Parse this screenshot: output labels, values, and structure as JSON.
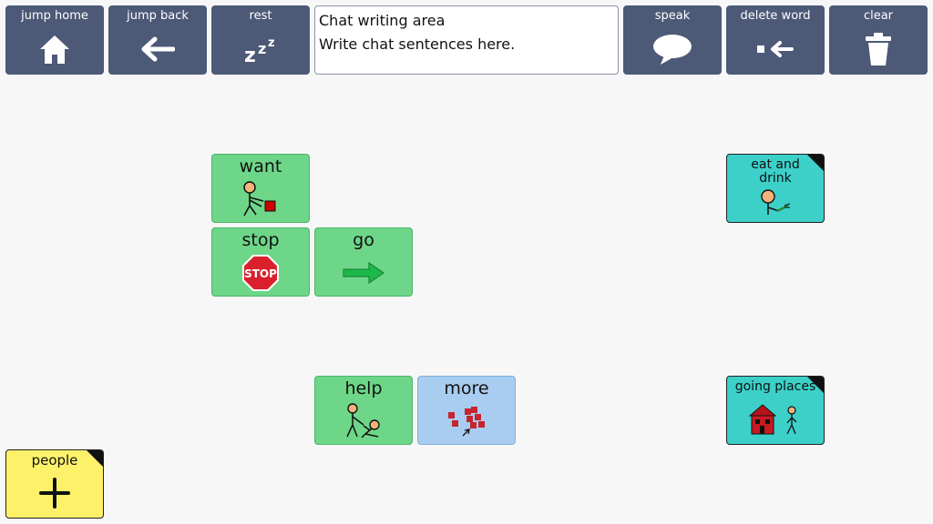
{
  "toolbar": {
    "jump_home": {
      "label": "jump home",
      "icon": "home-icon"
    },
    "jump_back": {
      "label": "jump back",
      "icon": "arrow-left-icon"
    },
    "rest": {
      "label": "rest",
      "icon": "zzz-icon"
    },
    "speak": {
      "label": "speak",
      "icon": "speech-bubble-icon"
    },
    "delete_word": {
      "label": "delete word",
      "icon": "backspace-icon"
    },
    "clear": {
      "label": "clear",
      "icon": "trash-icon"
    }
  },
  "chat_area": {
    "title": "Chat writing area",
    "hint": "Write chat sentences here."
  },
  "grid": {
    "want": {
      "label": "want",
      "color": "#6ed688"
    },
    "stop": {
      "label": "stop",
      "color": "#6ed688",
      "sign_text": "STOP"
    },
    "go": {
      "label": "go",
      "color": "#6ed688"
    },
    "help": {
      "label": "help",
      "color": "#6ed688"
    },
    "more": {
      "label": "more",
      "color": "#a9cdf0"
    },
    "eat_and_drink": {
      "label": "eat and drink",
      "color": "#3cd0c9"
    },
    "going_places": {
      "label": "going places",
      "color": "#3cd0c9"
    },
    "people": {
      "label": "people",
      "color": "#fef16a"
    }
  },
  "colors": {
    "toolbar": "#4c5977",
    "background": "#f7f7f7"
  }
}
